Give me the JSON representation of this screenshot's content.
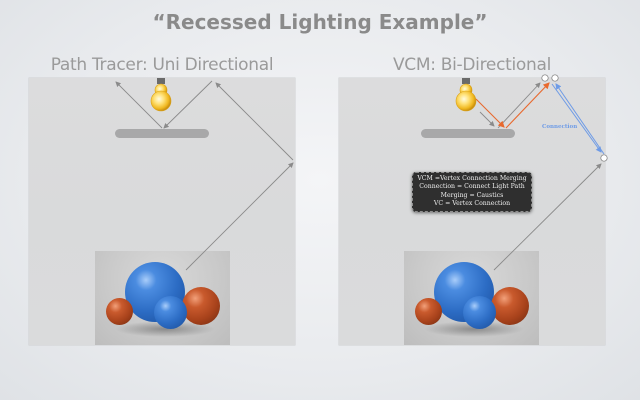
{
  "slide": {
    "title": "“Recessed Lighting Example”"
  },
  "panels": [
    {
      "id": "left",
      "title": "Path Tracer: Uni Directional",
      "elements": [
        "light-bulb",
        "recessed-shelf",
        "spheres-render",
        "camera-path-arrows"
      ]
    },
    {
      "id": "right",
      "title": "VCM: Bi-Directional",
      "elements": [
        "light-bulb",
        "recessed-shelf",
        "spheres-render",
        "light-path-arrows",
        "camera-path-arrows",
        "connection-arrows",
        "vertex-nodes"
      ],
      "connection_label": "Connection",
      "legend": [
        "VCM =Vertex Connection Merging",
        "Connection = Connect Light Path",
        "Merging = Caustics",
        "VC = Vertex Connection"
      ]
    }
  ],
  "colors": {
    "light_path": "#e8692e",
    "camera_path": "#8a8a8a",
    "connection": "#6e9be6",
    "panel_bg": "#dadbdc",
    "title_text": "#8a8a8a"
  }
}
